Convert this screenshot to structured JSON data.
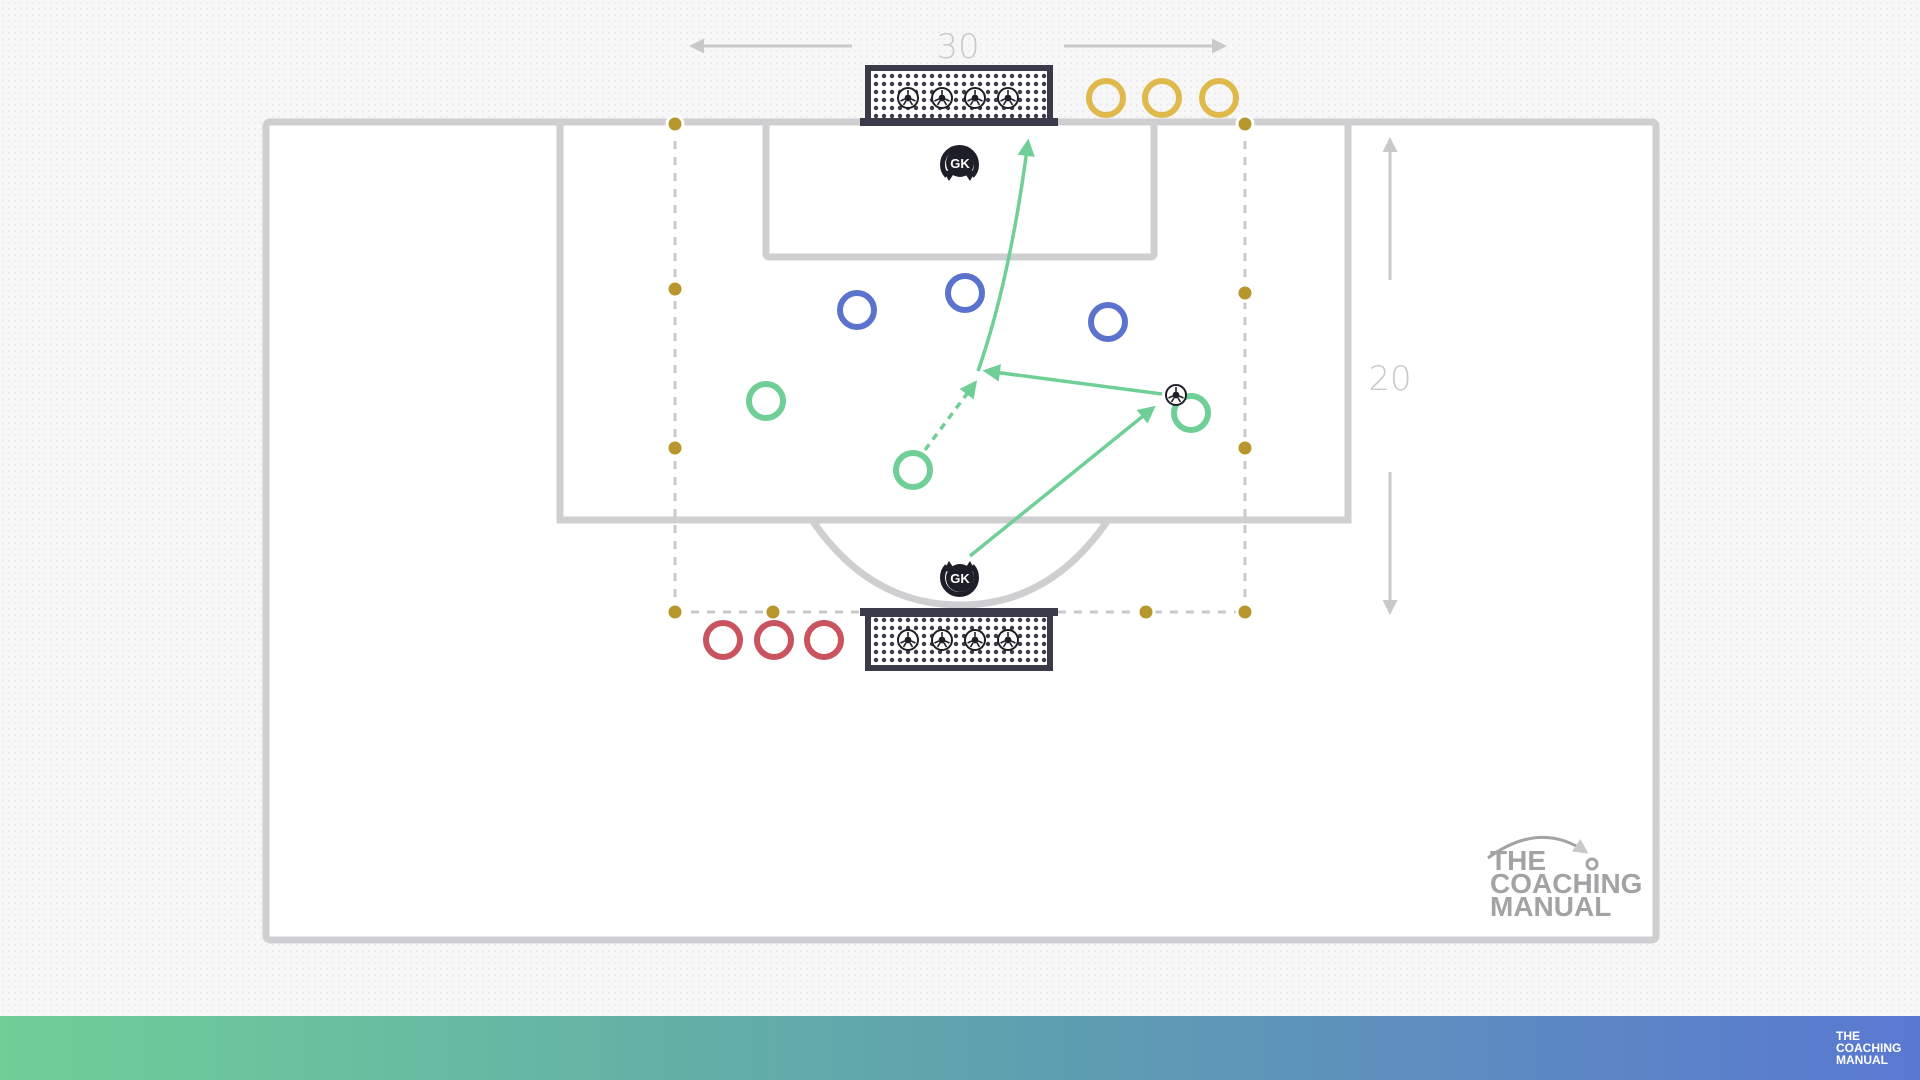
{
  "dimensions": {
    "width_label": "30",
    "length_label": "20"
  },
  "goalkeepers": {
    "top_label": "GK",
    "bottom_label": "GK"
  },
  "teams": {
    "blue": {
      "color": "#5b73cc",
      "count": 3
    },
    "green": {
      "color": "#6fcf97",
      "count": 3
    },
    "yellow": {
      "color": "#e0b94d",
      "count": 3
    },
    "red": {
      "color": "#c9535f",
      "count": 3
    }
  },
  "colors": {
    "pitch_lines": "#cfcfd2",
    "arrows": "#6fcf97",
    "cones": "#b8962e",
    "goal_frame": "#3a3a48"
  },
  "logo": {
    "line1": "THE",
    "line2": "COACHING",
    "line3": "MANUAL"
  },
  "footer_logo": {
    "line1": "THE",
    "line2": "COACHING",
    "line3": "MANUAL"
  }
}
